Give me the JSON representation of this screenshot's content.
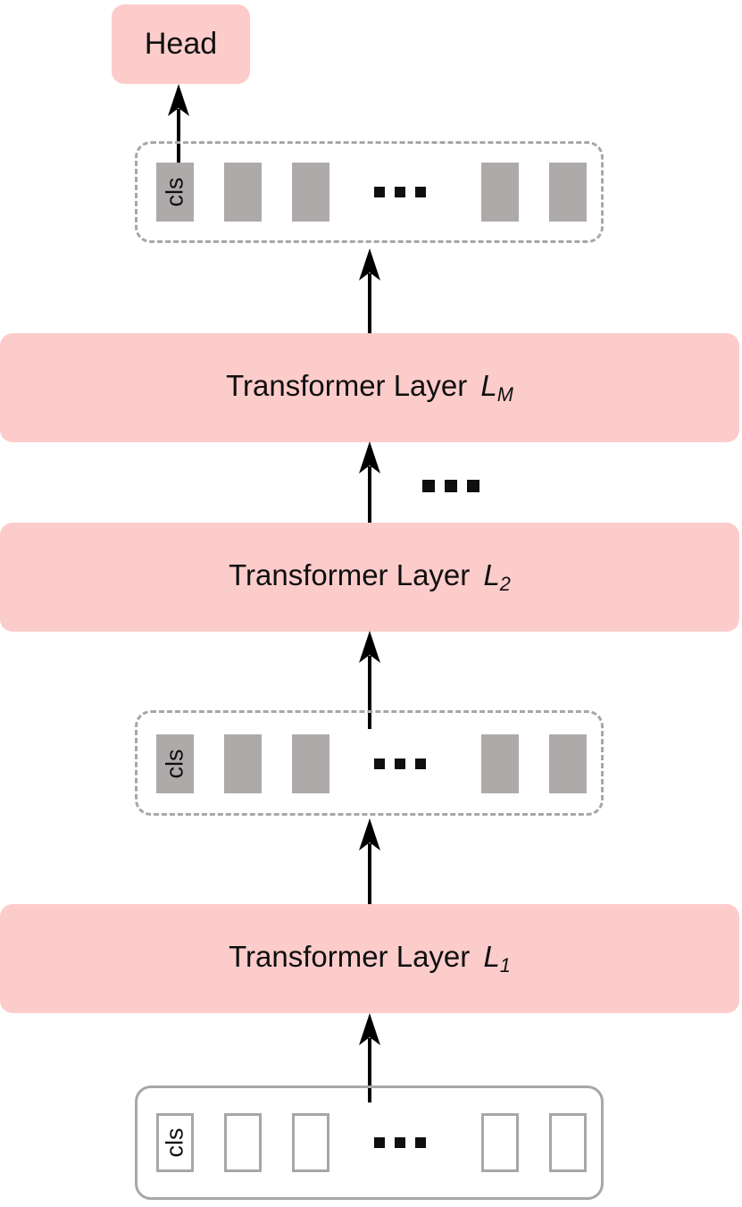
{
  "diagram": {
    "title": "Transformer encoder architecture with cls token",
    "colors": {
      "pink_block": "#fccccb",
      "token_fill": "#aeaaaa",
      "token_border": "#a8a6a6",
      "group_border": "#a8a6a6",
      "arrow": "#000000",
      "text": "#0f0f0f",
      "background": "#ffffff"
    }
  },
  "head": {
    "label": "Head"
  },
  "layers": [
    {
      "id": "layer-lm",
      "prefix": "Transformer Layer ",
      "symbol": "L",
      "subscript": "M",
      "full_label": "Transformer Layer LM"
    },
    {
      "id": "layer-l2",
      "prefix": "Transformer Layer ",
      "symbol": "L",
      "subscript": "2",
      "full_label": "Transformer Layer L2"
    },
    {
      "id": "layer-l1",
      "prefix": "Transformer Layer ",
      "symbol": "L",
      "subscript": "1",
      "full_label": "Transformer Layer L1"
    }
  ],
  "token_groups": [
    {
      "id": "group-top",
      "border_style": "dashed",
      "token_style": "filled",
      "cls_label": "cls",
      "tokens": [
        "cls",
        "",
        "",
        "",
        ""
      ],
      "ellipsis": "..."
    },
    {
      "id": "group-mid",
      "border_style": "dashed",
      "token_style": "filled",
      "cls_label": "cls",
      "tokens": [
        "cls",
        "",
        "",
        "",
        ""
      ],
      "ellipsis": "..."
    },
    {
      "id": "group-bottom",
      "border_style": "solid",
      "token_style": "outline",
      "cls_label": "cls",
      "tokens": [
        "cls",
        "",
        "",
        "",
        ""
      ],
      "ellipsis": "..."
    }
  ],
  "inter_layer_ellipsis": "...",
  "arrows": [
    {
      "id": "arrow-cls-to-head",
      "from": "cls-token-top",
      "to": "head-box",
      "direction": "up"
    },
    {
      "id": "arrow-lm-to-tokens-top",
      "from": "layer-lm",
      "to": "group-top",
      "direction": "up"
    },
    {
      "id": "arrow-l2-to-lm",
      "from": "layer-l2",
      "to": "layer-lm",
      "direction": "up"
    },
    {
      "id": "arrow-tokens-mid-to-l2",
      "from": "group-mid",
      "to": "layer-l2",
      "direction": "up"
    },
    {
      "id": "arrow-l1-to-tokens-mid",
      "from": "layer-l1",
      "to": "group-mid",
      "direction": "up"
    },
    {
      "id": "arrow-tokens-bottom-to-l1",
      "from": "group-bottom",
      "to": "layer-l1",
      "direction": "up"
    }
  ]
}
